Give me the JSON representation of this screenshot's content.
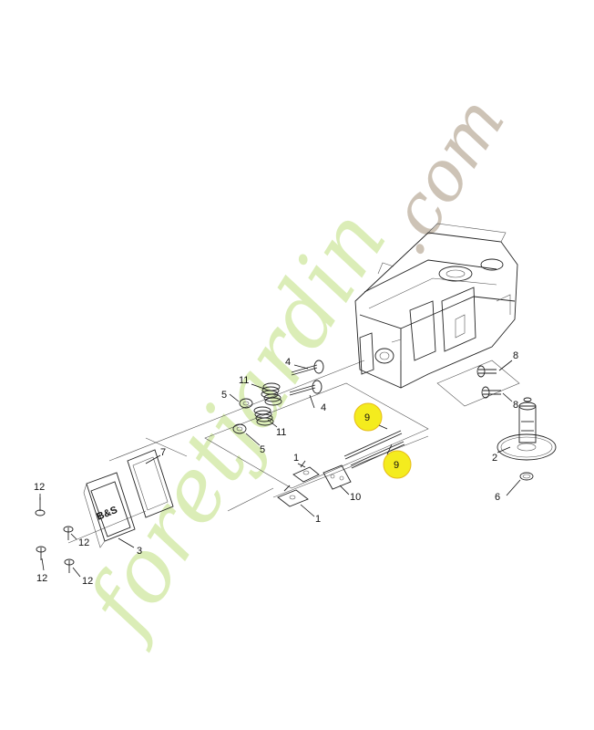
{
  "watermark": {
    "green_text": "foretjardin",
    "tan_text": ".com",
    "green_color": "#cfe8a0",
    "tan_color": "#b8aa98"
  },
  "callouts": {
    "item_1_a": "1",
    "item_1_b": "1",
    "item_2": "2",
    "item_3": "3",
    "item_4_a": "4",
    "item_4_b": "4",
    "item_5_a": "5",
    "item_5_b": "5",
    "item_6": "6",
    "item_7": "7",
    "item_8_a": "8",
    "item_8_b": "8",
    "item_9_a": "9",
    "item_9_b": "9",
    "item_10": "10",
    "item_11_a": "11",
    "item_11_b": "11",
    "item_12_a": "12",
    "item_12_b": "12",
    "item_12_c": "12",
    "item_12_d": "12"
  },
  "highlight_color": "#f4ec1e",
  "cover_mark": "B&S"
}
